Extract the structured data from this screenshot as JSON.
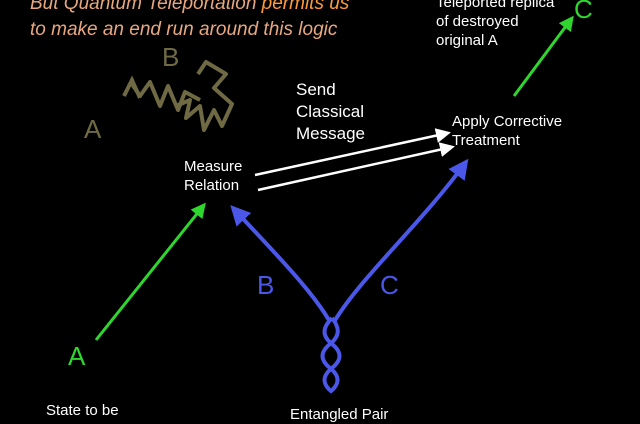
{
  "colors": {
    "background": "#000000",
    "headline": "#e8a77f",
    "green": "#2ed62e",
    "blue": "#4b57e8",
    "olive": "#6f6a44",
    "white": "#ffffff"
  },
  "headline": {
    "line1_prefix": "But Quantum Teleportation",
    "line1_suffix": " permits us",
    "line2": "to make an end run around this logic"
  },
  "labels": {
    "a_faded": "A",
    "b_faded": "B",
    "send_line1": "Send",
    "send_line2": "Classical",
    "send_line3": "Message",
    "measure_line1": "Measure",
    "measure_line2": "Relation",
    "apply_line1": "Apply Corrective",
    "apply_line2": "Treatment",
    "replica_line1": "Teleported replica",
    "replica_line2": "of destroyed",
    "replica_line3": "original A",
    "c_top": "C",
    "b_blue": "B",
    "c_blue": "C",
    "a_green": "A",
    "state_label": "State to be",
    "pair_label": "Entangled Pair"
  }
}
